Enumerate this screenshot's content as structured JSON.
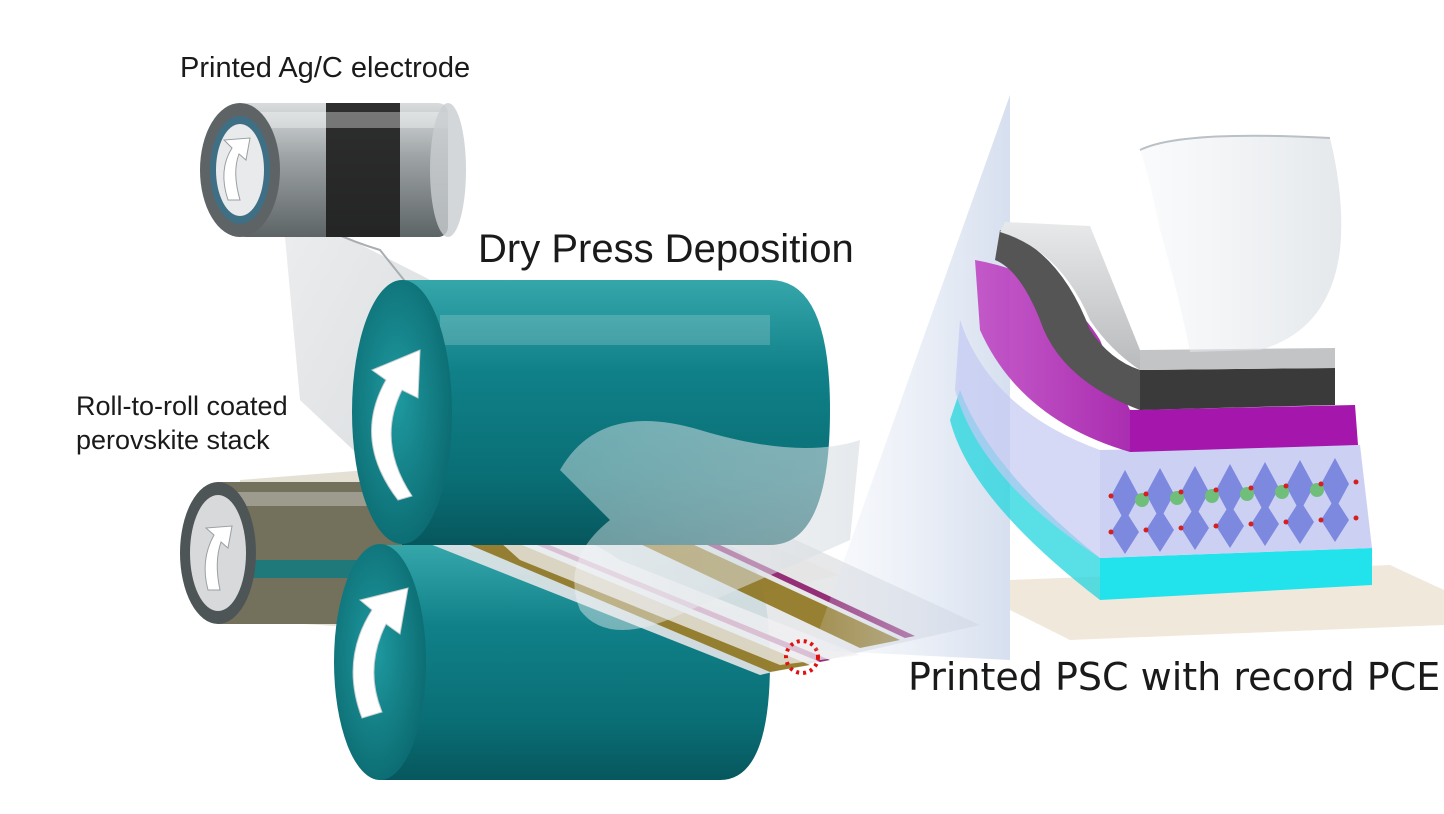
{
  "labels": {
    "electrode": "Printed Ag/C electrode",
    "stack_line1": "Roll-to-roll coated",
    "stack_line2": "perovskite stack",
    "process": "Dry Press Deposition",
    "result": "Printed PSC with record PCE"
  },
  "colors": {
    "roller_teal": "#0f7f86",
    "electrode_black": "#1f1f1f",
    "grey_layer": "#6b6b6b",
    "magenta_layer": "#b21cb8",
    "cyan_substrate": "#22e3ec",
    "perovskite_blue": "#5a6ad8",
    "a_site_green": "#6fbf7a",
    "marker_red": "#e01010",
    "background": "#ffffff"
  },
  "icons": [
    "rotation-arrow-icon",
    "dotted-circle-marker-icon"
  ]
}
